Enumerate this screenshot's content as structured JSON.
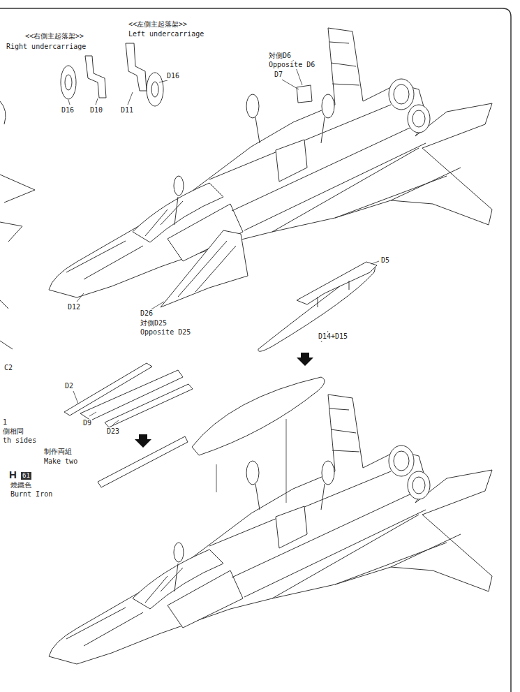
{
  "diagram": {
    "labels": [
      "<<右側主起落架>>",
      "Right undercarriage",
      "<<左側主起落架>>",
      "Left undercarriage",
      "D16",
      "D10",
      "D11",
      "D16",
      "対側D6",
      "Opposite D6",
      "D7",
      "D12",
      "D26",
      "対側D25",
      "Opposite D25",
      "D5",
      "D14+D15",
      "C2",
      "D2",
      "D9",
      "D23",
      "制作両組",
      "Make two",
      "1",
      "側相同",
      "th sides",
      "H",
      "61",
      "燒鐵色",
      "Burnt Iron"
    ]
  }
}
